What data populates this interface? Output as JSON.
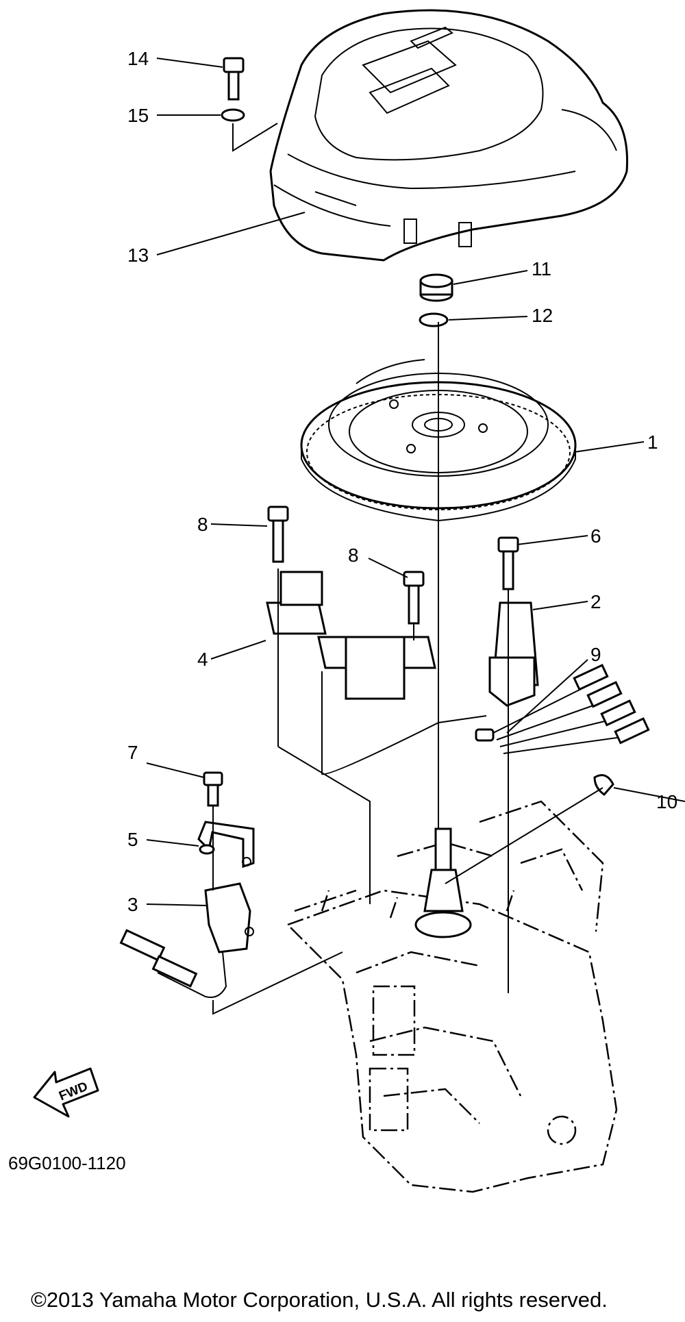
{
  "diagram": {
    "callouts": [
      "1",
      "2",
      "3",
      "4",
      "5",
      "6",
      "7",
      "8",
      "8",
      "9",
      "10",
      "11",
      "12",
      "13",
      "14",
      "15"
    ],
    "fwd_label": "FWD",
    "part_code": "69G0100-1120",
    "copyright": "©2013 Yamaha Motor Corporation, U.S.A. All rights reserved."
  }
}
